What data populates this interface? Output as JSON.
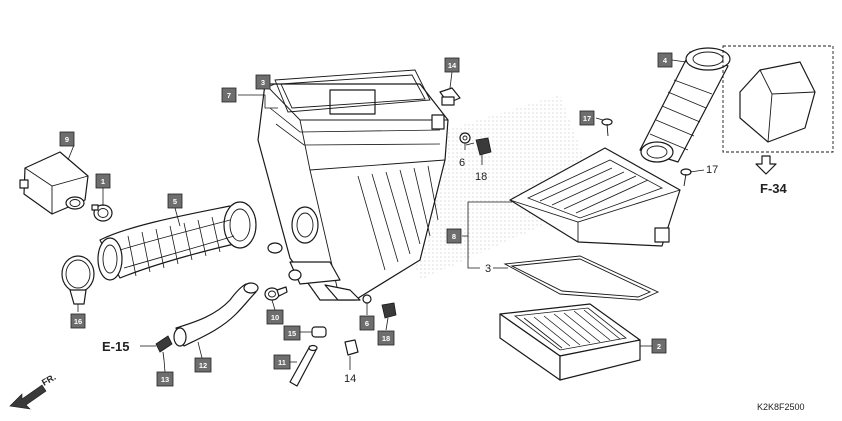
{
  "diagram": {
    "code": "K2K8F2500",
    "direction_label": "FR.",
    "refs": {
      "e15": "E-15",
      "f34": "F-34"
    },
    "callouts": {
      "c1": "1",
      "c2": "2",
      "c3a": "3",
      "c3b": "3",
      "c4": "4",
      "c5": "5",
      "c6a": "6",
      "c6b": "6",
      "c7": "7",
      "c8": "8",
      "c9": "9",
      "c10": "10",
      "c11": "11",
      "c12": "12",
      "c13": "13",
      "c14a": "14",
      "c14b": "14",
      "c15": "15",
      "c16": "16",
      "c17a": "17",
      "c17b": "17",
      "c18a": "18",
      "c18b": "18"
    }
  }
}
